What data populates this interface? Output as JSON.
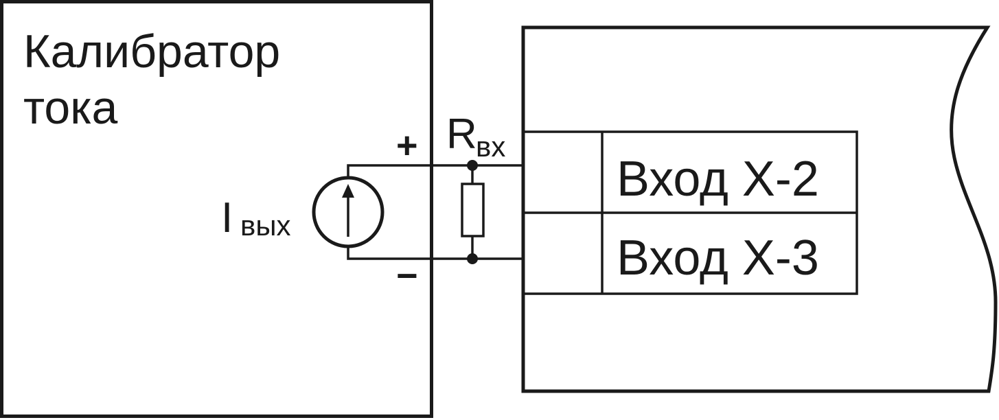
{
  "calibrator": {
    "title_line1": "Калибратор",
    "title_line2": "тока"
  },
  "source": {
    "symbol_main": "I",
    "symbol_sub": "вых"
  },
  "resistor": {
    "symbol_main": "R",
    "symbol_sub": "вх"
  },
  "polarity": {
    "plus": "+",
    "minus": "−"
  },
  "device": {
    "inputs": [
      {
        "label": "Вход Х-2"
      },
      {
        "label": "Вход Х-3"
      }
    ]
  },
  "colors": {
    "line": "#1a1a1a",
    "background": "#ffffff"
  }
}
